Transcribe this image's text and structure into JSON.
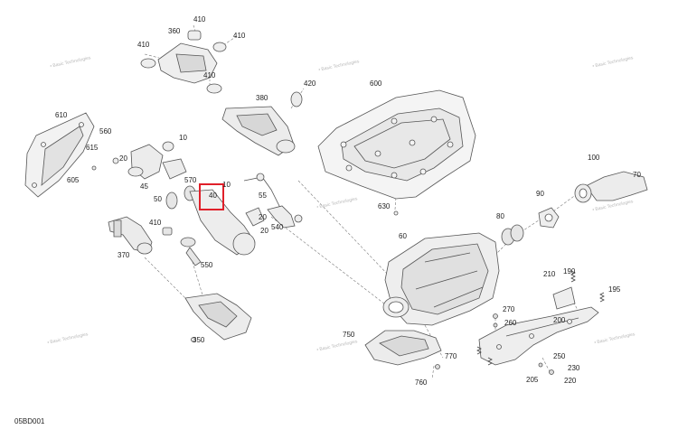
{
  "diagram": {
    "code": "05BD001",
    "watermark": "• Basic Technologies",
    "highlight_color": "#e0202a",
    "labels": {
      "l410a": "410",
      "l360": "360",
      "l410b": "410",
      "l410c": "410",
      "l420": "420",
      "l410d": "410",
      "l380": "380",
      "l610": "610",
      "l560": "560",
      "l10a": "10",
      "l615": "615",
      "l20a": "20",
      "l605": "605",
      "l570": "570",
      "l45": "45",
      "l10b": "10",
      "l40": "40",
      "l55": "55",
      "l50": "50",
      "l20b": "20",
      "l410e": "410",
      "l540": "540",
      "l20c": "20",
      "l370": "370",
      "l550": "550",
      "l350": "350",
      "l600": "600",
      "l630": "630",
      "l100": "100",
      "l70": "70",
      "l90": "90",
      "l80": "80",
      "l60": "60",
      "l210": "210",
      "l190": "190",
      "l195": "195",
      "l270": "270",
      "l260": "260",
      "l200": "200",
      "l750": "750",
      "l770": "770",
      "l250": "250",
      "l230": "230",
      "l760": "760",
      "l205": "205",
      "l220": "220"
    }
  }
}
